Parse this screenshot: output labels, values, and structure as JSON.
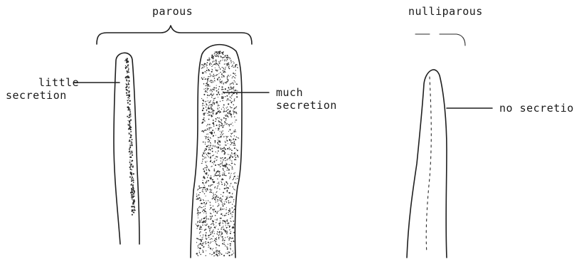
{
  "groups": {
    "parous": "parous",
    "nulliparous": "nulliparous"
  },
  "labels": {
    "little_line1": "little",
    "little_line2": "secretion",
    "much_line1": "much",
    "much_line2": "secretion",
    "none": "no secretion"
  },
  "colors": {
    "ink": "#1f1f1f",
    "stipple": "#2a2a2a"
  }
}
